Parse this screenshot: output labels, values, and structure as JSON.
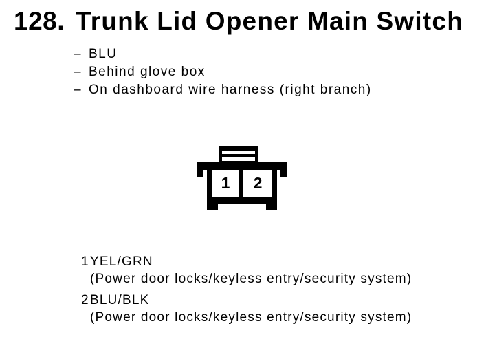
{
  "page": {
    "background": "#ffffff",
    "ink": "#000000"
  },
  "header": {
    "item_number": "128.",
    "title": "Trunk Lid Opener Main Switch"
  },
  "location_notes": {
    "dash": "–",
    "items": [
      "BLU",
      "Behind glove box",
      "On dashboard wire harness (right branch)"
    ]
  },
  "connector": {
    "name": "2-pin-connector",
    "cavity_numbers": [
      "1",
      "2"
    ]
  },
  "pins": [
    {
      "number": "1",
      "wire": "YEL/GRN",
      "description": "(Power door locks/keyless entry/security system)"
    },
    {
      "number": "2",
      "wire": "BLU/BLK",
      "description": "(Power door locks/keyless entry/security system)"
    }
  ]
}
